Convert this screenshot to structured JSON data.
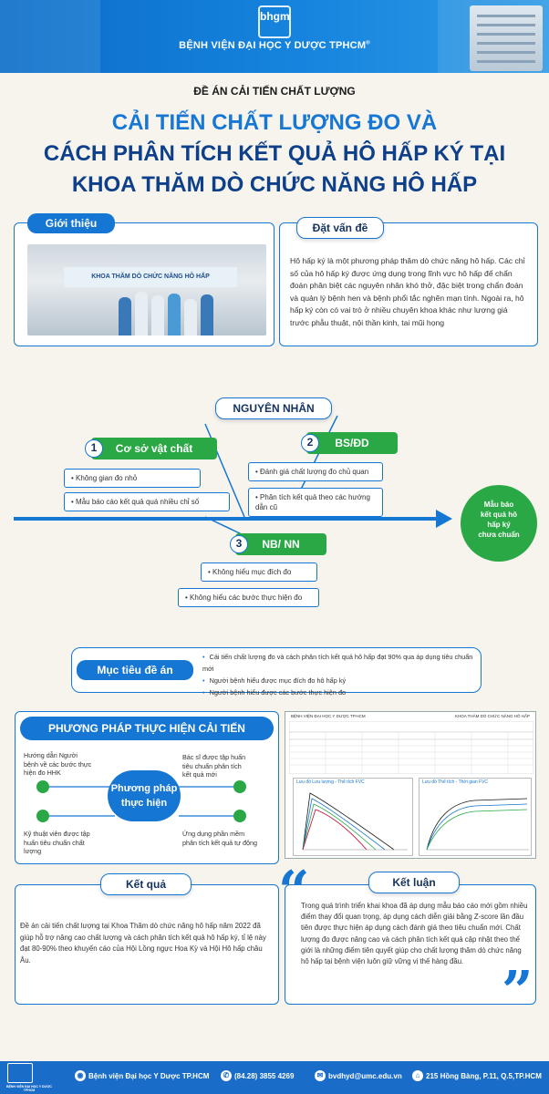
{
  "header": {
    "logo_text": "bhgm",
    "hospital_name": "BỆNH VIỆN ĐẠI HỌC Y DƯỢC TPHCM",
    "registered": "®"
  },
  "kicker": "ĐỀ ÁN CẢI TIẾN CHẤT LƯỢNG",
  "title": {
    "line1": "CẢI TIẾN CHẤT LƯỢNG ĐO VÀ",
    "line2": "CÁCH PHÂN TÍCH KẾT QUẢ HÔ HẤP KÝ TẠI",
    "line3": "KHOA THĂM DÒ CHỨC NĂNG HÔ HẤP"
  },
  "intro": {
    "label": "Giới thiệu",
    "photo_banner": "KHOA THĂM DÒ CHỨC NĂNG HÔ HẤP"
  },
  "problem": {
    "label": "Đặt vấn đề",
    "text": "Hô hấp ký là một phương pháp thăm dò chức năng hô hấp. Các chỉ số của hô hấp ký được ứng dụng trong lĩnh vực hô hấp để chẩn đoán phân biệt các nguyên nhân khó thở, đặc biệt trong chẩn đoán và quản lý bệnh hen và bệnh phổi tắc nghẽn mạn tính. Ngoài ra, hô hấp ký còn có vai trò ở nhiều chuyên khoa khác như lượng giá trước phẫu thuật, nội thần kinh, tai mũi họng"
  },
  "causes": {
    "label": "NGUYÊN NHÂN",
    "effect": [
      "Mẫu báo",
      "kết quả hô",
      "hấp ký",
      "chưa chuẩn"
    ],
    "c1": {
      "num": "1",
      "title": "Cơ sở vật chất",
      "items": [
        "Không gian đo nhỏ",
        "Mẫu báo cáo kết quả quá nhiều chỉ số"
      ]
    },
    "c2": {
      "num": "2",
      "title": "BS/ĐD",
      "items": [
        "Đánh giá chất lượng đo chủ quan",
        "Phân tích kết quả theo các hướng dẫn cũ"
      ]
    },
    "c3": {
      "num": "3",
      "title": "NB/ NN",
      "items": [
        "Không hiểu mục đích đo",
        "Không hiểu các bước thực hiện đo"
      ]
    }
  },
  "goals": {
    "label": "Mục tiêu đề án",
    "items": [
      "Cải tiến chất lượng đo và cách phân tích kết quả hô hấp đạt 90% qua áp dụng tiêu chuẩn mới",
      "Người bệnh hiểu được mục đích đo hô hấp ký",
      "Người bệnh hiểu được các bước thực hiện đo"
    ]
  },
  "method": {
    "label": "PHƯƠNG PHÁP THỰC HIỆN CẢI TIẾN",
    "center": [
      "Phương pháp",
      "thực hiện"
    ],
    "tl": "Hướng dẫn Người bệnh về các bước thực hiện đo HHK",
    "tr": "Bác sĩ được tập huấn tiêu chuẩn phân tích kết quả mới",
    "bl": "Kỹ thuật viên được tập huấn tiêu chuẩn chất lượng",
    "br": "Ứng dụng phần mềm phân tích kết quả tự động"
  },
  "report": {
    "hospital": "BỆNH VIỆN ĐẠI HỌC Y DƯỢC TP.HCM",
    "dept": "KHOA THĂM DÒ CHỨC NĂNG HÔ HẤP",
    "chart1": "Lưu đồ Lưu lượng - Thể tích FVC",
    "chart2": "Lưu đồ Thể tích - Thời gian FVC"
  },
  "results": {
    "label": "Kết quả",
    "text": "Đề án cải tiến chất lượng tại Khoa Thăm dò chức năng hô hấp năm 2022 đã giúp hỗ trợ nâng cao chất lượng và cách phân tích kết quả hô hấp ký, tỉ lệ này đạt 80-90% theo khuyến cáo của Hội Lồng ngực Hoa Kỳ và Hội Hô hấp châu Âu."
  },
  "conclusion": {
    "label": "Kết luận",
    "text": "Trong quá trình triển khai khoa đã áp dụng mẫu báo cáo mới gồm nhiều điểm thay đổi quan trọng, áp dụng cách diễn giải bằng Z-score lần đầu tiên được thực hiện áp dụng cách đánh giá theo tiêu chuẩn mới. Chất lượng đo được nâng cao và cách phân tích kết quả cập nhật theo thế giới là những điểm tiên quyết giúp cho chất lượng thăm dò chức năng hô hấp tại bệnh viện luôn giữ vững vị thế hàng đầu."
  },
  "footer": {
    "logo_caption": "BỆNH VIỆN ĐẠI HỌC Y DƯỢC TPHCM",
    "website": "Bệnh viện Đại học Y Dược TP.HCM",
    "phone": "(84.28) 3855 4269",
    "email": "bvdhyd@umc.edu.vn",
    "address": "215 Hồng Bàng, P.11, Q.5,TP.HCM"
  },
  "colors": {
    "primary": "#1676d3",
    "accent_green": "#2aa845",
    "title_dark": "#0d3f8a",
    "background": "#f7f4ee"
  }
}
